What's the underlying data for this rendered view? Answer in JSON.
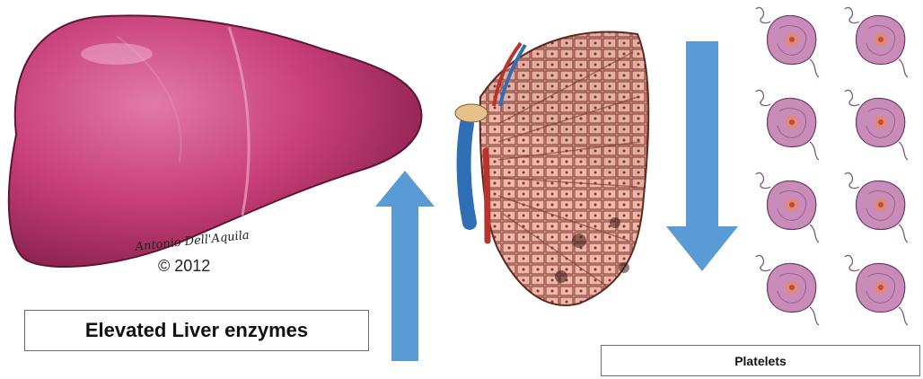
{
  "labels": {
    "liver_enzymes": "Elevated Liver enzymes",
    "platelets": "Platelets"
  },
  "signature": {
    "artist": "Antonio Dell'Aquila",
    "copyright": "© 2012"
  },
  "arrows": {
    "liver_enzymes_direction": "up",
    "platelets_direction": "down",
    "color": "#5b9bd5"
  },
  "colors": {
    "liver": "#c33b72",
    "liver_highlight": "#e07aa3",
    "lobule_cells": "#e8a091",
    "platelet": "#c98bb7",
    "vein_blue": "#2f6fb5",
    "artery_red": "#b8322e"
  },
  "icons": [
    "liver-illustration",
    "liver-lobule-illustration",
    "platelet-icon"
  ],
  "platelet_count": 8
}
